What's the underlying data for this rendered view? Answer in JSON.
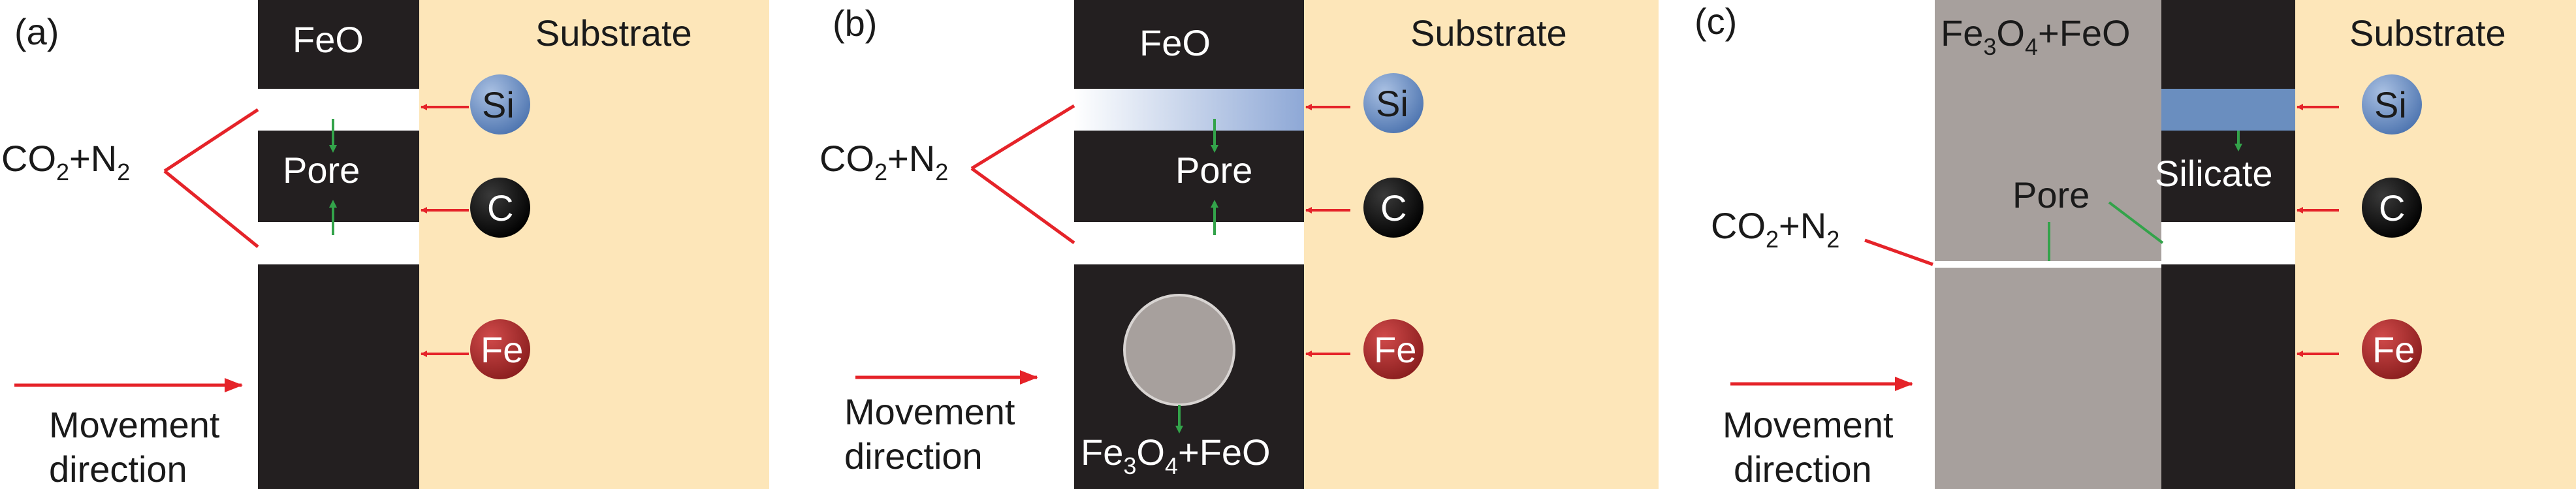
{
  "colors": {
    "oxide": "#231F20",
    "substrate": "#FDE6B9",
    "mixed_oxide": "#A7A09D",
    "silicate": "#6A8EBF",
    "si_ball": "#6A8EBF",
    "c_ball": "#111111",
    "fe_ball": "#A52A2A",
    "arrow_red": "#E52329",
    "arrow_green": "#33A34A",
    "particle": "#A7A09D"
  },
  "panels": {
    "a": {
      "tag": "(a)",
      "feo": "FeO",
      "substrate": "Substrate",
      "gas": {
        "main": "CO",
        "sub1": "2",
        "mid": "+N",
        "sub2": "2"
      },
      "pore": "Pore",
      "si": "Si",
      "c": "C",
      "fe": "Fe",
      "movement1": "Movement",
      "movement2": "direction"
    },
    "b": {
      "tag": "(b)",
      "feo": "FeO",
      "substrate": "Substrate",
      "gas": {
        "main": "CO",
        "sub1": "2",
        "mid": "+N",
        "sub2": "2"
      },
      "pore": "Pore",
      "si": "Si",
      "c": "C",
      "fe": "Fe",
      "mixed": {
        "a": "Fe",
        "s1": "3",
        "b": "O",
        "s2": "4",
        "c": "+FeO"
      },
      "movement1": "Movement",
      "movement2": "direction"
    },
    "c": {
      "tag": "(c)",
      "mixed": {
        "a": "Fe",
        "s1": "3",
        "b": "O",
        "s2": "4",
        "c": "+FeO"
      },
      "substrate": "Substrate",
      "gas": {
        "main": "CO",
        "sub1": "2",
        "mid": "+N",
        "sub2": "2"
      },
      "pore": "Pore",
      "silicate": "Silicate",
      "si": "Si",
      "c": "C",
      "fe": "Fe",
      "movement1": "Movement",
      "movement2": "direction"
    }
  }
}
